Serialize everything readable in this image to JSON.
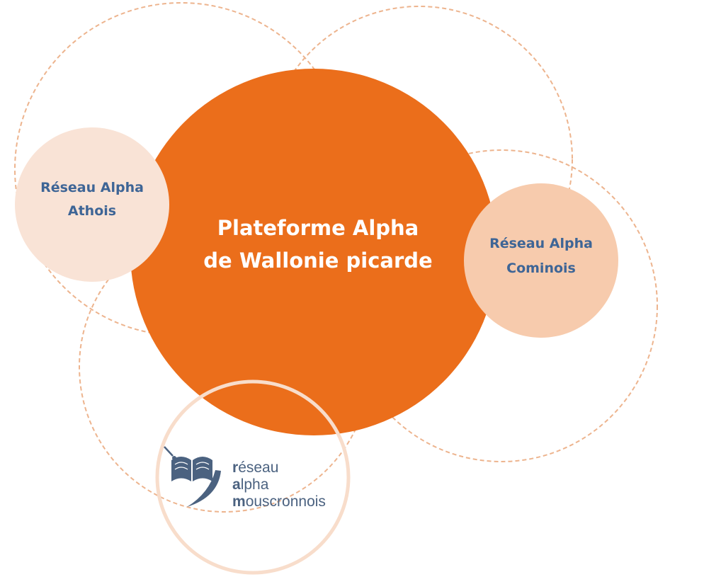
{
  "diagram": {
    "center": {
      "lines": [
        "Plateforme Alpha",
        "de Wallonie picarde"
      ]
    },
    "nodes": [
      {
        "id": "athois",
        "lines": [
          "Réseau Alpha",
          "Athois"
        ]
      },
      {
        "id": "cominois",
        "lines": [
          "Réseau Alpha",
          "Cominois"
        ]
      }
    ],
    "logo": {
      "lines": [
        "réseau",
        "alpha",
        "mouscronnois"
      ],
      "first_letters": [
        "r",
        "a",
        "m"
      ],
      "rest": [
        "éseau",
        "lpha",
        "ouscronnois"
      ]
    }
  },
  "colors": {
    "center_fill": "#EB6E1B",
    "athois_fill": "#F9E3D6",
    "cominois_fill": "#F7CBAD",
    "dashed_outline": "#EDB48E",
    "mouscron_outline": "#F8DDCB",
    "node_text": "#3E6596",
    "center_text": "#FFFFFF",
    "logo_color": "#4B6280"
  }
}
